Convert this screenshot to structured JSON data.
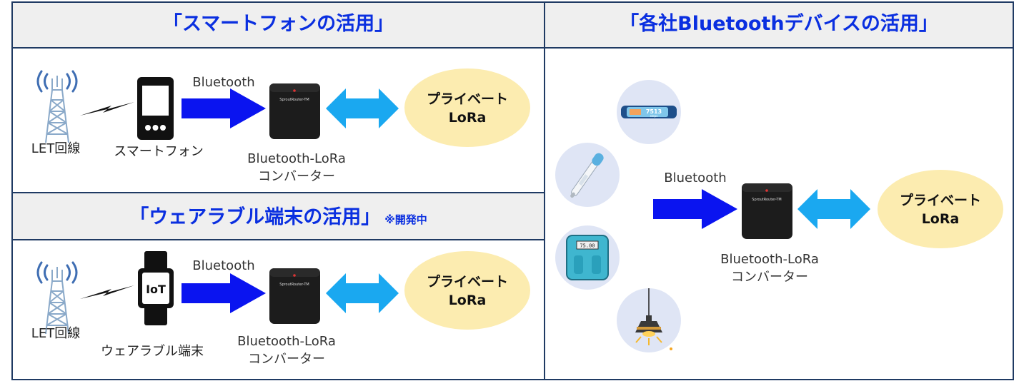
{
  "sections": {
    "smartphone": {
      "title": "「スマートフォンの活用」"
    },
    "wearable": {
      "title": "「ウェアラブル端末の活用」",
      "note": "※開発中"
    },
    "devices": {
      "title": "「各社Bluetoothデバイスの活用」"
    }
  },
  "labels": {
    "lte": "LET回線",
    "smartphone": "スマートフォン",
    "wearable": "ウェアラブル端末",
    "bluetooth": "Bluetooth",
    "converter_line1": "Bluetooth-LoRa",
    "converter_line2": "コンバーター",
    "lora_line1": "プライベート",
    "lora_line2": "LoRa",
    "iot": "IoT",
    "converter_brand": "SproutRouter-TM",
    "band_reading": "7513",
    "band_unit": "steps",
    "scale_reading": "75.00"
  },
  "colors": {
    "title_blue": "#0a2fe0",
    "arrow_blue": "#0a14f0",
    "double_arrow": "#1aa8f0",
    "bubble": "#fcecb0",
    "border": "#1f3a63",
    "header_bg": "#efefef"
  }
}
